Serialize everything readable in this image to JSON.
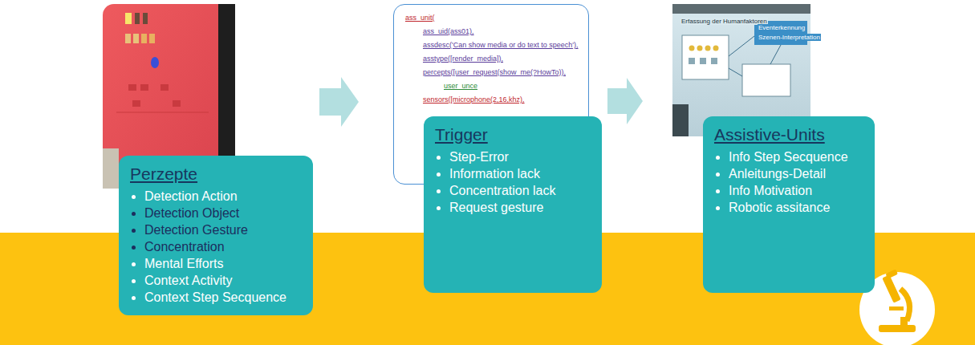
{
  "diagram": {
    "nodes": [
      {
        "text": [
          "Perzepte",
          "Detection Action",
          "Detection Object",
          "Detection Gesture",
          "Concentration",
          "Mental Efforts",
          "Context Activity",
          "Context Step Secquence"
        ]
      },
      {
        "text": [
          "Trigger",
          "Step-Error",
          "Information lack",
          "Concentration lack",
          "Request gesture"
        ]
      },
      {
        "text": [
          "Assistive-Units",
          "Info Step Secquence",
          "Anleitungs-Detail",
          "Info Motivation",
          "Robotic assitance"
        ]
      }
    ],
    "labels": [
      "ass_unit(",
      "ass_uid(ass01),",
      "assdesc('Can show media or do text to speech'),",
      "asstype([render_media]),",
      "percepts([user_request(show_me(?HowTo)),",
      "user_unce",
      "sensors([microphone(2,16,khz),",
      "Erfassung der Humanfaktoren",
      "Eventerkennung",
      "Szenen-Interpretation"
    ]
  }
}
